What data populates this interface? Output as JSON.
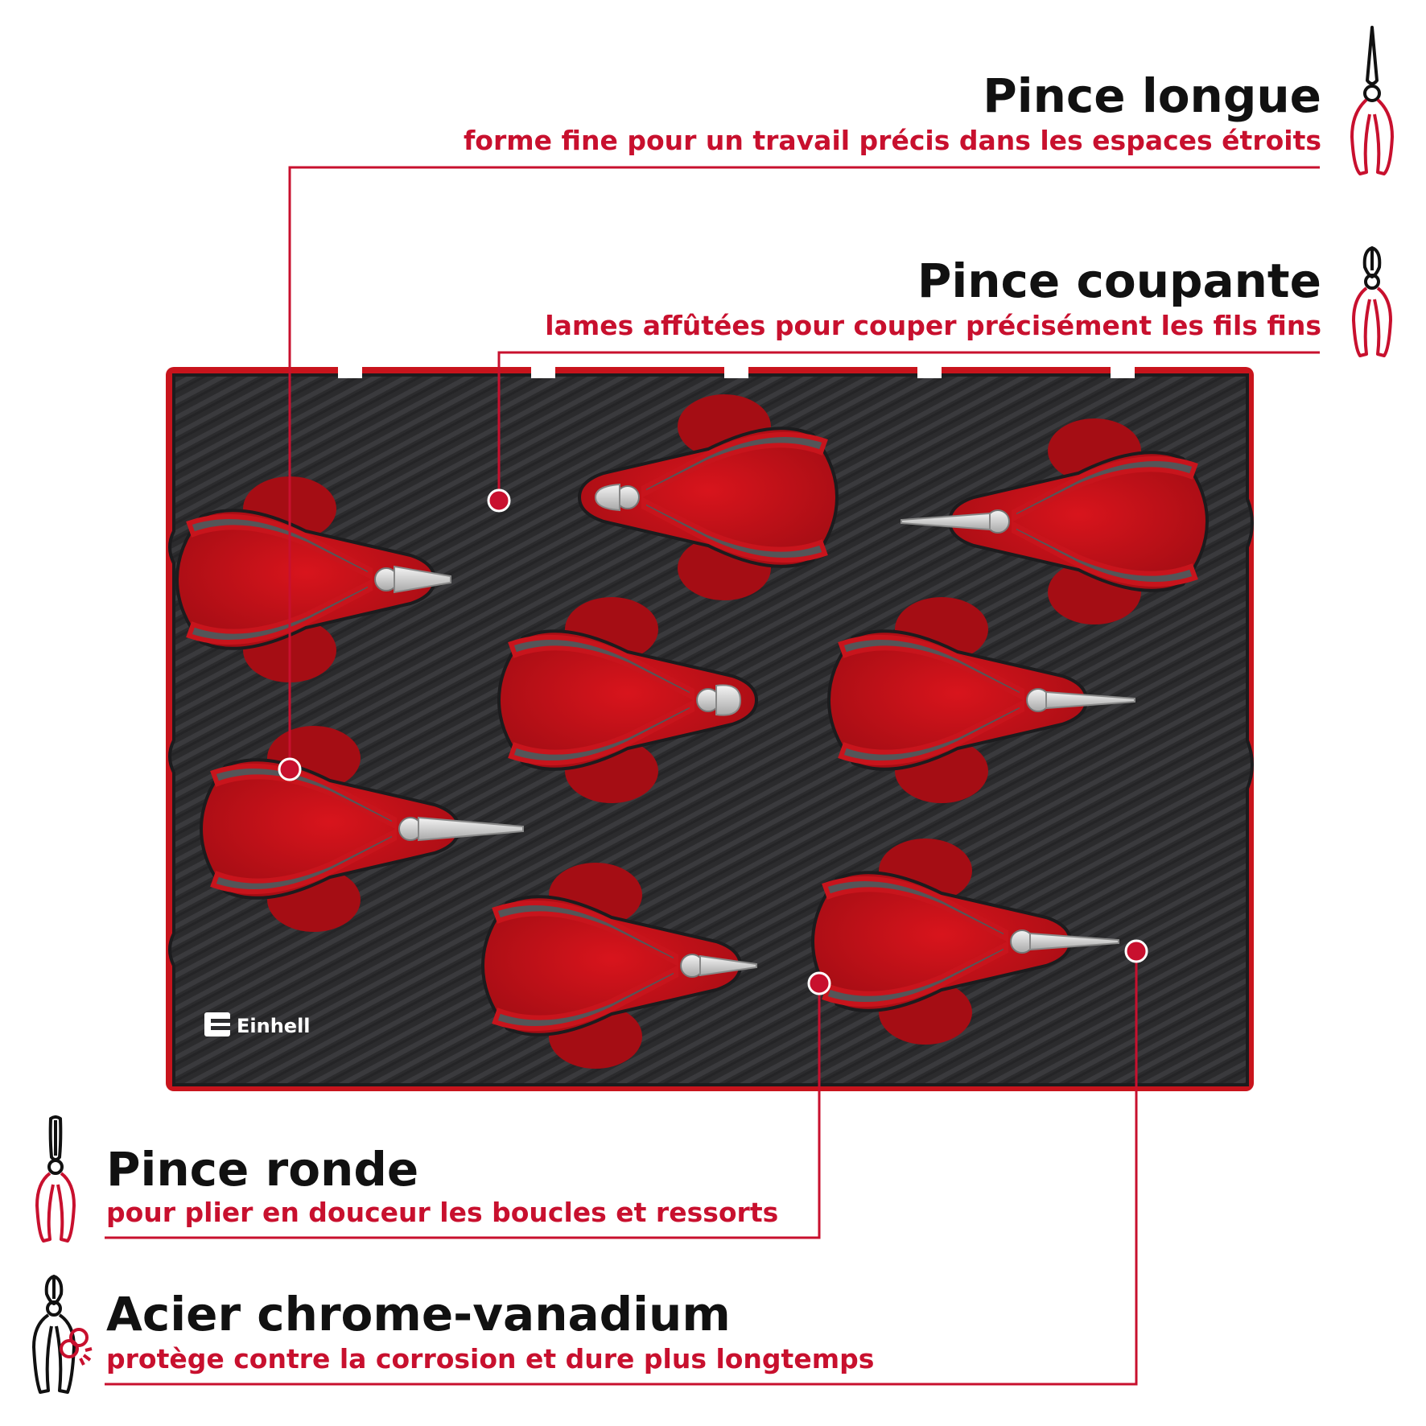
{
  "features": [
    {
      "title": "Pince longue",
      "subtitle": "forme fine pour un travail précis dans les espaces étroits",
      "icon": "long-nose-pliers-icon"
    },
    {
      "title": "Pince coupante",
      "subtitle": "lames affûtées pour couper précisément les fils fins",
      "icon": "cutting-pliers-icon"
    },
    {
      "title": "Pince ronde",
      "subtitle": "pour plier en douceur les boucles et ressorts",
      "icon": "round-nose-pliers-icon"
    },
    {
      "title": "Acier chrome-vanadium",
      "subtitle": "protège contre la corrosion et dure plus longtemps",
      "icon": "chrome-vanadium-pliers-icon"
    }
  ],
  "brand": {
    "name": "Einhell"
  },
  "colors": {
    "accent": "#c8102e",
    "foam": "#2e2e30",
    "handle": "#c8141c",
    "text": "#111111"
  }
}
